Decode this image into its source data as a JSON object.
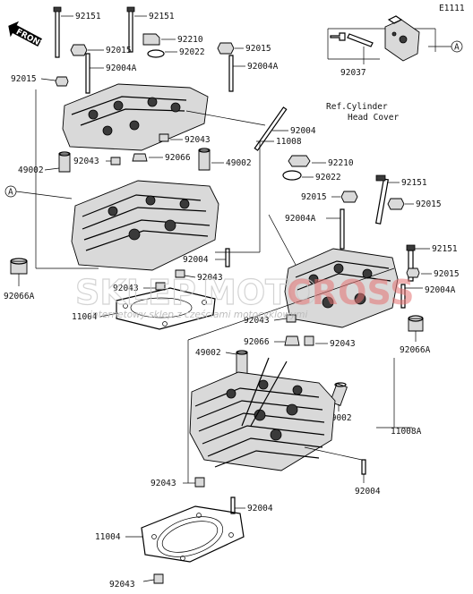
{
  "figure_id": "E1111",
  "ref_note_line1": "Ref.Cylinder",
  "ref_note_line2": "Head Cover",
  "front_label": "FRONT",
  "ref_marker": "A",
  "watermark": {
    "brand_a": "SKLEP",
    "brand_b": "MOTO",
    "brand_c": "CROSS",
    "subtitle": "internetowy sklep z częściami motocyklowymi"
  },
  "callouts": {
    "p92151_a": "92151",
    "p92151_b": "92151",
    "p92151_c": "92151",
    "p92151_d": "92151",
    "p92015_a": "92015",
    "p92015_b": "92015",
    "p92015_c": "92015",
    "p92015_d": "92015",
    "p92015_e": "92015",
    "p92015_f": "92015",
    "p92210_a": "92210",
    "p92210_b": "92210",
    "p92022_a": "92022",
    "p92022_b": "92022",
    "p92004A_a": "92004A",
    "p92004A_b": "92004A",
    "p92004A_c": "92004A",
    "p92004A_d": "92004A",
    "p92037": "92037",
    "p92004_a": "92004",
    "p92004_b": "92004",
    "p92004_c": "92004",
    "p92004_d": "92004",
    "p11008": "11008",
    "p11008A": "11008A",
    "p92043_a": "92043",
    "p92043_b": "92043",
    "p92043_c": "92043",
    "p92043_d": "92043",
    "p92043_e": "92043",
    "p92043_f": "92043",
    "p92043_g": "92043",
    "p92043_h": "92043",
    "p92066_a": "92066",
    "p92066_b": "92066",
    "p92066A_a": "92066A",
    "p92066A_b": "92066A",
    "p49002_a": "49002",
    "p49002_b": "49002",
    "p49002_c": "49002",
    "p49002_d": "49002",
    "p11004_a": "11004",
    "p11004_b": "11004"
  }
}
